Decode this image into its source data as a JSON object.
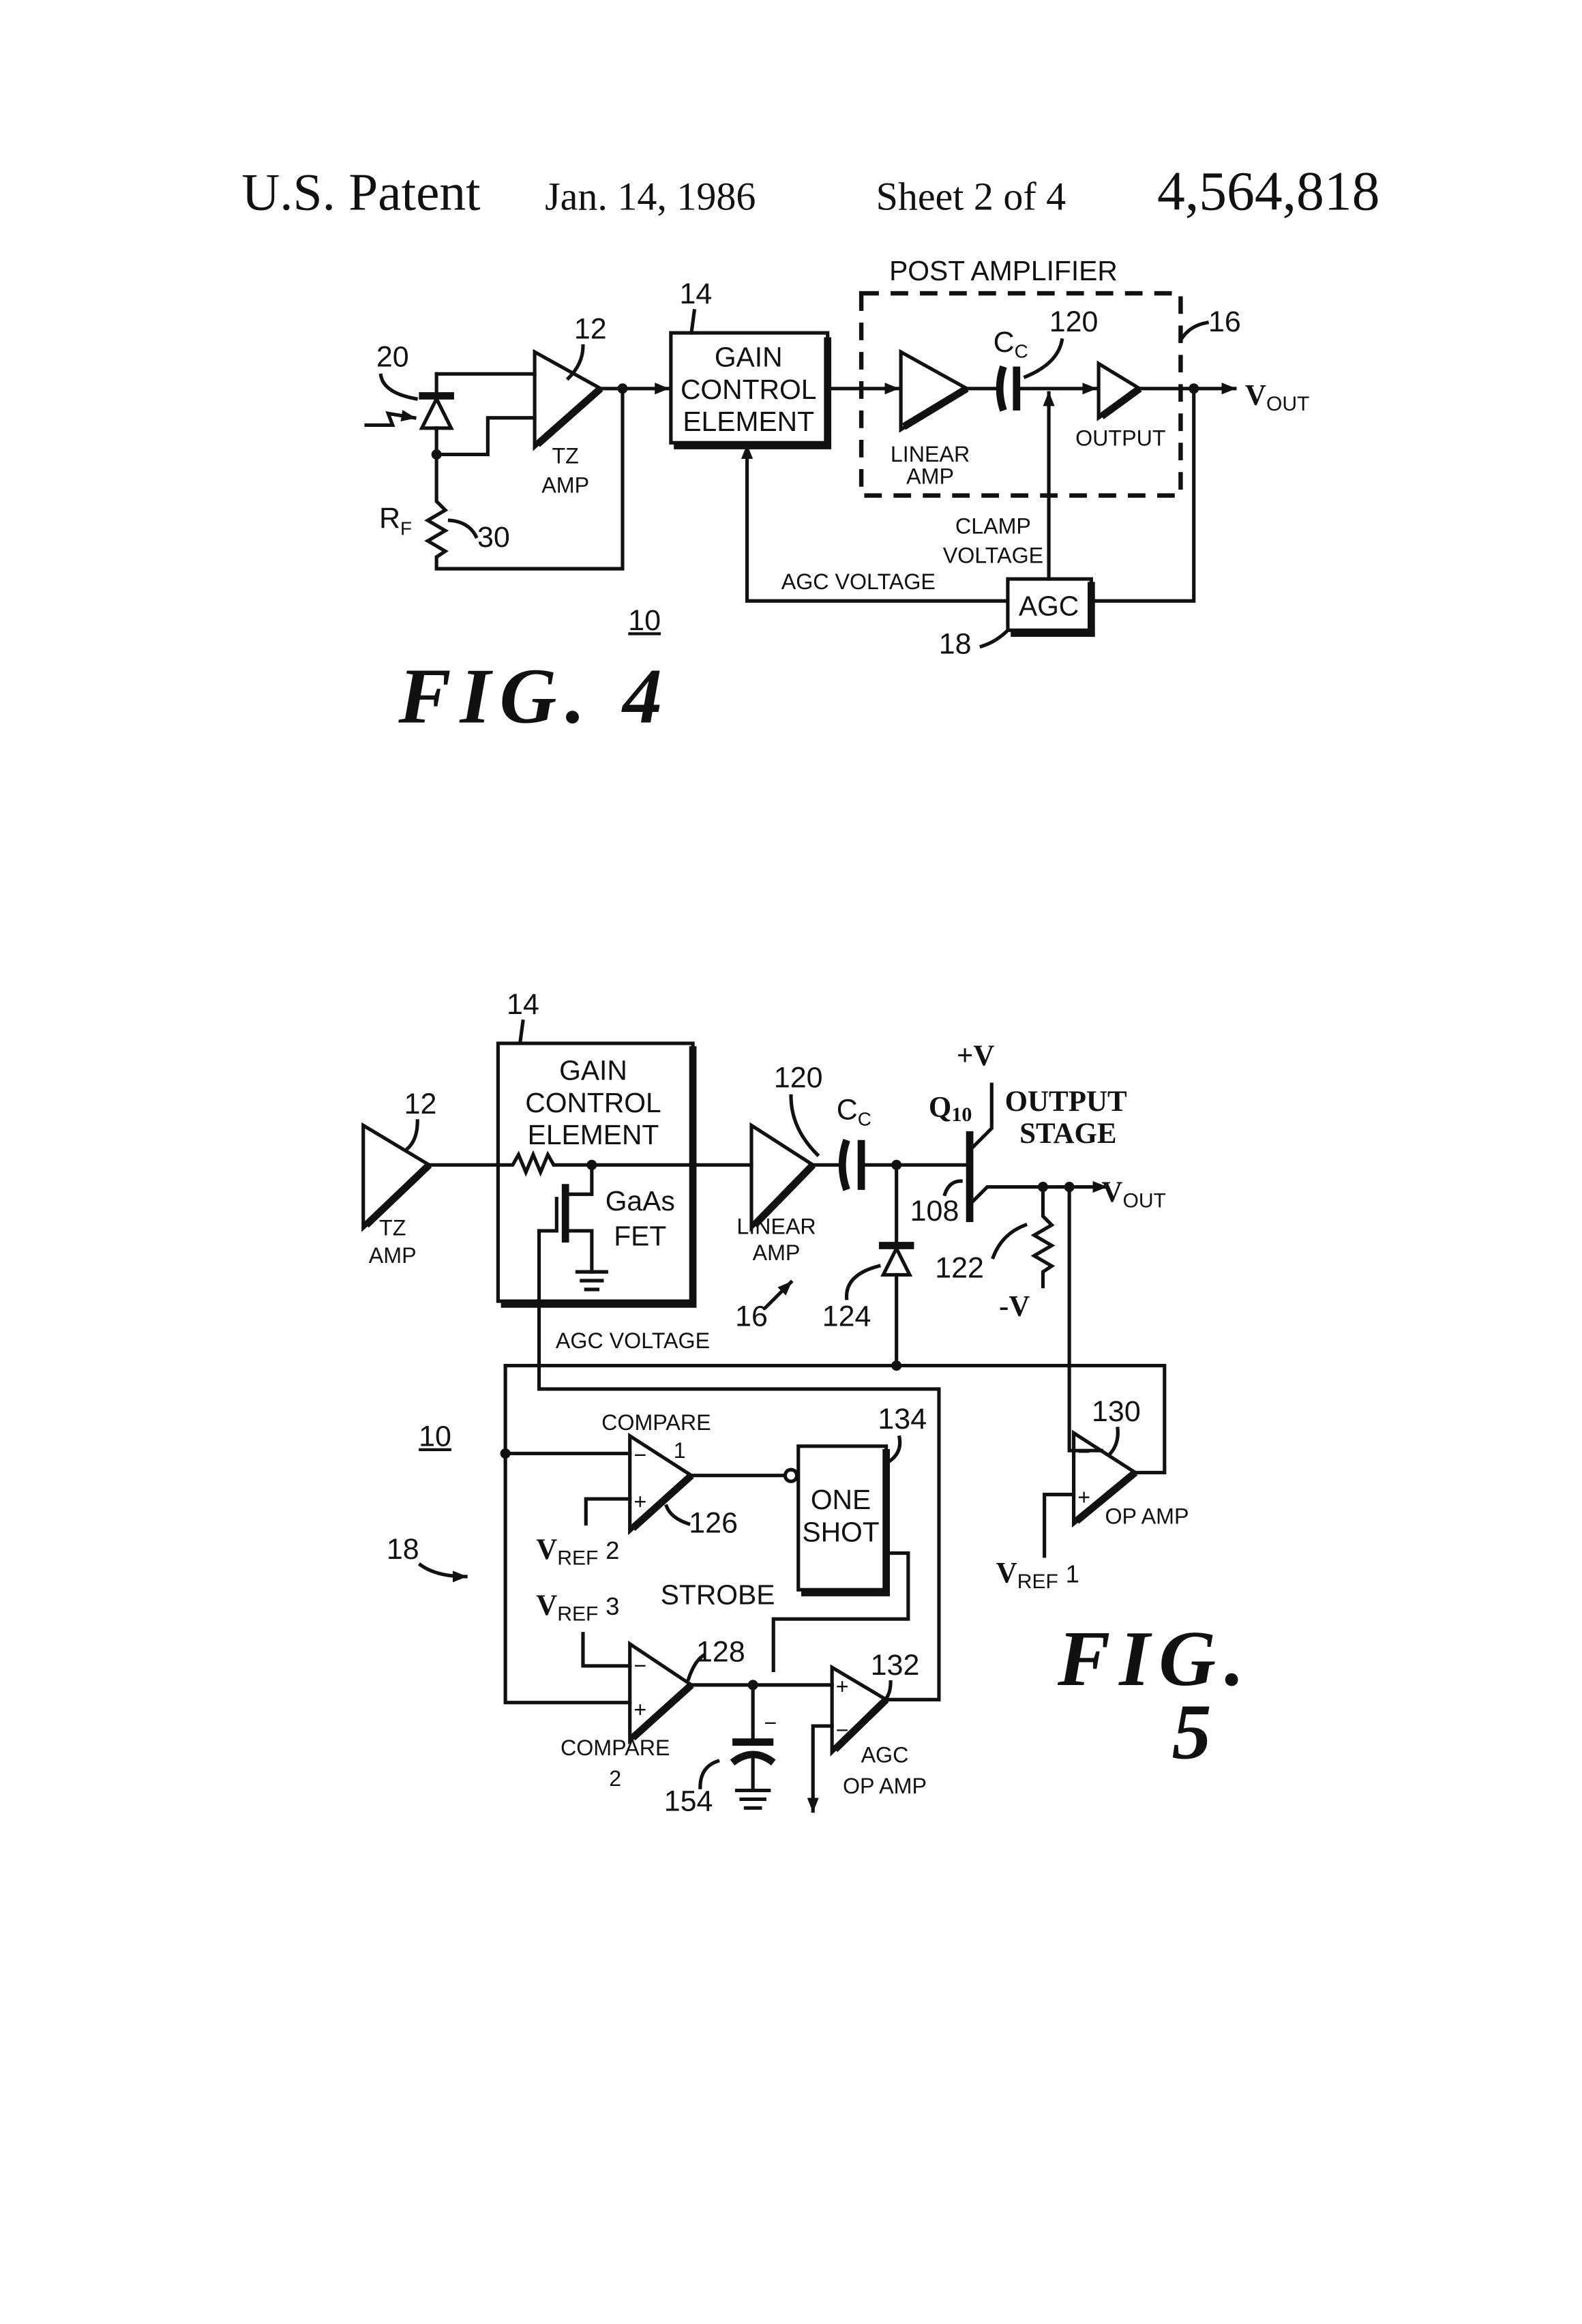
{
  "header": {
    "patent": "U.S. Patent",
    "date": "Jan. 14, 1986",
    "sheet": "Sheet 2 of 4",
    "number": "4,564,818"
  },
  "fig4": {
    "title": "FIG. 4",
    "post_amplifier": "POST AMPLIFIER",
    "ref_16": "16",
    "ref_20": "20",
    "ref_12": "12",
    "ref_14": "14",
    "ref_120": "120",
    "ref_30": "30",
    "ref_18": "18",
    "ref_10": "10",
    "tz_amp": [
      "TZ",
      "AMP"
    ],
    "rf": "R",
    "rf_sub": "F",
    "gce": [
      "GAIN",
      "CONTROL",
      "ELEMENT"
    ],
    "cc": "C",
    "cc_sub": "C",
    "linear_amp": [
      "LINEAR",
      "AMP"
    ],
    "output": "OUTPUT",
    "vout": "V",
    "vout_sub": "OUT",
    "clamp_voltage": [
      "CLAMP",
      "VOLTAGE"
    ],
    "agc_voltage": "AGC VOLTAGE",
    "agc": "AGC"
  },
  "fig5": {
    "title": "FIG.",
    "title_num": "5",
    "ref_14": "14",
    "ref_12": "12",
    "ref_120": "120",
    "ref_108": "108",
    "ref_122": "122",
    "ref_124": "124",
    "ref_16": "16",
    "ref_10": "10",
    "ref_18": "18",
    "ref_126": "126",
    "ref_128": "128",
    "ref_130": "130",
    "ref_132": "132",
    "ref_134": "134",
    "ref_154": "154",
    "gce": [
      "GAIN",
      "CONTROL",
      "ELEMENT"
    ],
    "tz_amp": [
      "TZ",
      "AMP"
    ],
    "gaas_fet": [
      "GaAs",
      "FET"
    ],
    "linear_amp": [
      "LINEAR",
      "AMP"
    ],
    "cc": "C",
    "cc_sub": "C",
    "plus_v": "+V",
    "minus_v": "-V",
    "q10": "Q",
    "q10_sub": "10",
    "output_stage": [
      "OUTPUT",
      "STAGE"
    ],
    "vout": "V",
    "vout_sub": "OUT",
    "agc_voltage": "AGC VOLTAGE",
    "compare1": [
      "COMPARE",
      "1"
    ],
    "compare2": [
      "COMPARE",
      "2"
    ],
    "one_shot": [
      "ONE",
      "SHOT"
    ],
    "strobe": "STROBE",
    "vref1": [
      "V",
      "REF",
      "1"
    ],
    "vref2": [
      "V",
      "REF",
      "2"
    ],
    "vref3": [
      "V",
      "REF",
      "3"
    ],
    "op_amp": "OP AMP",
    "agc_op_amp": [
      "AGC",
      "OP AMP"
    ]
  }
}
